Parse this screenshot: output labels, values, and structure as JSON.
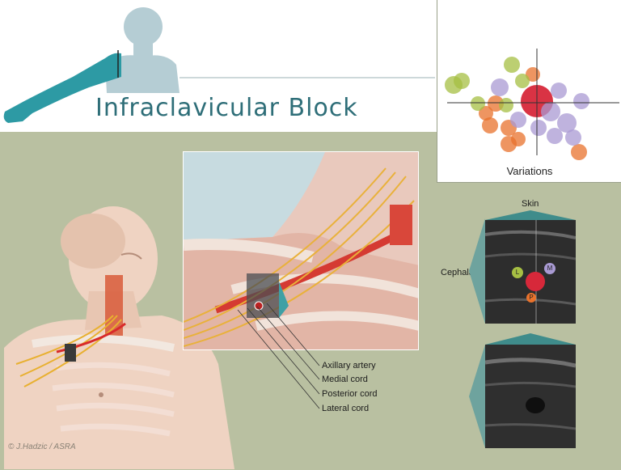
{
  "header": {
    "title": "Infraclavicular Block"
  },
  "variations": {
    "label": "Variations",
    "clusters": [
      {
        "name": "orange",
        "color": "#e8722c"
      },
      {
        "name": "green",
        "color": "#a6bf43"
      },
      {
        "name": "purple",
        "color": "#a99ad3"
      },
      {
        "name": "red",
        "color": "#d7283a"
      }
    ]
  },
  "inset": {
    "labels": [
      "Axillary artery",
      "Medial cord",
      "Posterior cord",
      "Lateral cord"
    ]
  },
  "ultrasound": {
    "skin_label": "Skin",
    "cephalad_label": "Cephalad",
    "markers": [
      {
        "letter": "L",
        "color": "#a6bf43"
      },
      {
        "letter": "M",
        "color": "#a99ad3"
      },
      {
        "letter": "P",
        "color": "#e8722c"
      }
    ]
  },
  "copyright": "© J.Hadzic / ASRA"
}
